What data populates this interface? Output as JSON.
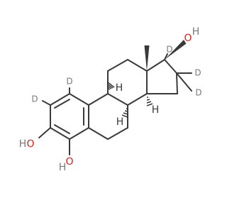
{
  "molecule": {
    "colors": {
      "bond": "#3a3a3a",
      "oxygen": "#e0201b",
      "deuterium": "#7a7a7a",
      "hydrogen": "#9a9a9a"
    },
    "labels": {
      "oh_3": "OH",
      "o_3": "O",
      "h_3": "H",
      "oh_4": "OH",
      "o_4": "O",
      "h_4": "H",
      "oh_17": "OH",
      "o_17": "O",
      "h_17": "H",
      "d_1": "D",
      "d_2": "D",
      "d_17": "D",
      "d_16a": "D",
      "d_16b": "D",
      "h_8": "H",
      "h_9": "H",
      "h_14": "H"
    }
  }
}
